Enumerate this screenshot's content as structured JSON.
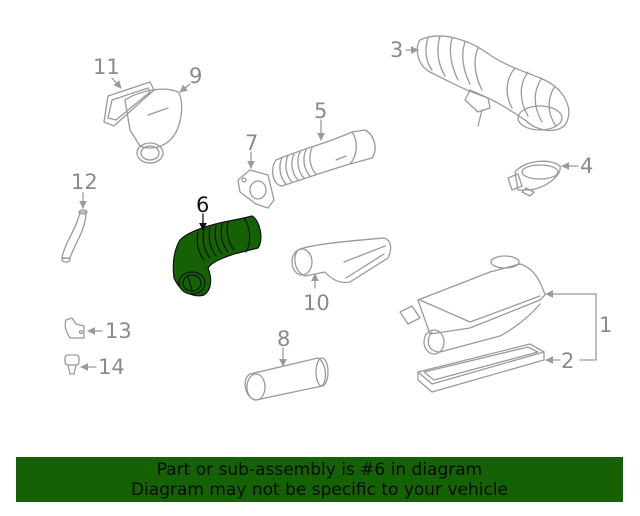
{
  "diagram": {
    "highlighted_part": "6",
    "highlight_color": "#156205",
    "line_color": "#8a8a8a",
    "callouts": [
      {
        "id": "1",
        "label": "1"
      },
      {
        "id": "2",
        "label": "2"
      },
      {
        "id": "3",
        "label": "3"
      },
      {
        "id": "4",
        "label": "4"
      },
      {
        "id": "5",
        "label": "5"
      },
      {
        "id": "6",
        "label": "6"
      },
      {
        "id": "7",
        "label": "7"
      },
      {
        "id": "8",
        "label": "8"
      },
      {
        "id": "9",
        "label": "9"
      },
      {
        "id": "10",
        "label": "10"
      },
      {
        "id": "11",
        "label": "11"
      },
      {
        "id": "12",
        "label": "12"
      },
      {
        "id": "13",
        "label": "13"
      },
      {
        "id": "14",
        "label": "14"
      }
    ]
  },
  "banner": {
    "line1": "Part or sub-assembly is #6 in diagram",
    "line2": "Diagram may not be specific to your vehicle",
    "background": "#156205"
  }
}
